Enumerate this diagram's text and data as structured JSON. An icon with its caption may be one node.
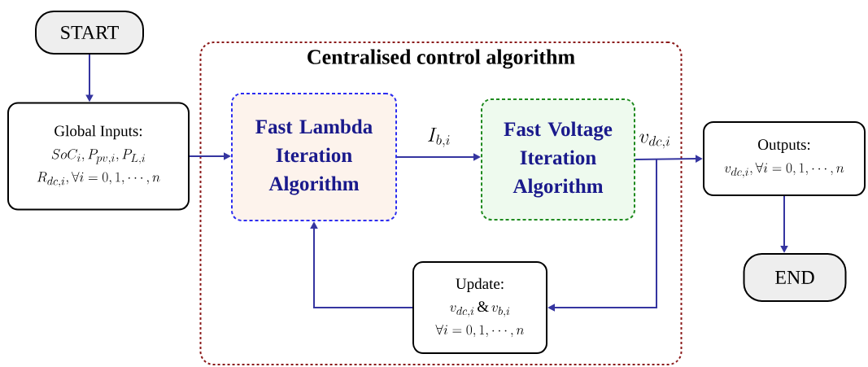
{
  "diagram": {
    "nodes": [
      {
        "text": [
          "START"
        ]
      },
      {
        "text": [
          "Global Inputs:",
          "SoC_i, P_{pv,i}, P_{L,i}",
          "R_{dc,i}, \\forall i = 0,1,\\cdots,n"
        ]
      },
      {
        "text": [
          "Centralised control algorithm"
        ]
      },
      {
        "text": [
          "Fast Lambda Iteration Algorithm"
        ],
        "in": 2
      },
      {
        "text": [
          "Fast Voltage Iteration Algorithm"
        ],
        "in": 2
      },
      {
        "text": [
          "Update:",
          "v_{dc,i} \\,\\&\\, v_{b,i}",
          "\\forall i = 0,1,\\cdots,n"
        ],
        "in": 2
      },
      {
        "text": [
          "Outputs:",
          "v_{dc,i}, \\forall i = 0,1,\\cdots,n"
        ]
      },
      {
        "text": [
          "END"
        ]
      }
    ],
    "edges": [
      {
        "from": 0,
        "to": 1,
        "arrow": "to"
      },
      {
        "from": 1,
        "to": 3,
        "arrow": "to"
      },
      {
        "from": 3,
        "to": 4,
        "arrow": "to",
        "label": "I_{b,i}"
      },
      {
        "from": 4,
        "to": 6,
        "arrow": "to",
        "label": "v_{dc,i}"
      },
      {
        "from": 4,
        "to": 5,
        "arrow": "to"
      },
      {
        "from": 5,
        "to": 3,
        "arrow": "to"
      },
      {
        "from": 6,
        "to": 7,
        "arrow": "to"
      }
    ]
  }
}
